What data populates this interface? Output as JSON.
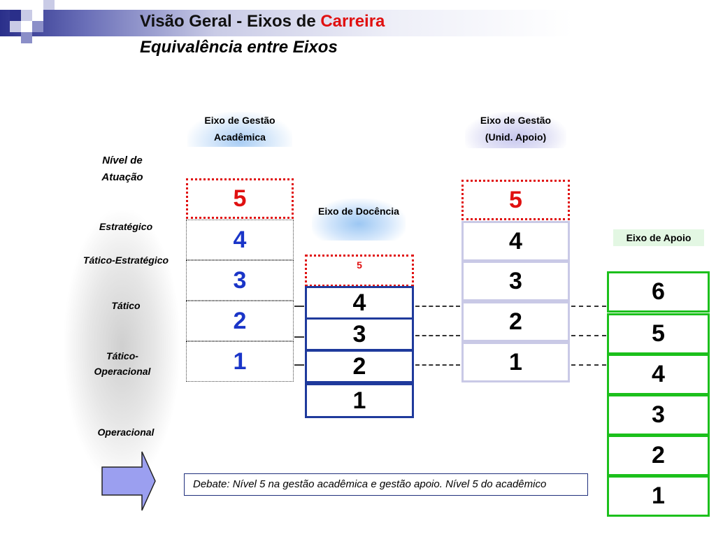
{
  "title": {
    "part1": "Visão Geral - Eixos de",
    "accent": "Carreira",
    "subtitle": "Equivalência entre Eixos"
  },
  "colors": {
    "accent": "#e01010",
    "academic_blue": "#1a35c8",
    "docencia_border": "#1f3a9c",
    "apoio_green": "#1cc01c"
  },
  "side": {
    "header": "Nível de Atuação",
    "levels": [
      "Estratégico",
      "Tático-Estratégico",
      "Tático",
      "Tático-\nOperacional",
      "Operacional"
    ]
  },
  "axes": {
    "academica": {
      "label": "Eixo de Gestão Acadêmica",
      "levels": [
        "5",
        "4",
        "3",
        "2",
        "1"
      ]
    },
    "docencia": {
      "label": "Eixo de Docência",
      "levels": [
        "5",
        "4",
        "3",
        "2",
        "1"
      ]
    },
    "unid_apoio": {
      "label_line1": "Eixo de Gestão",
      "label_line2": "(Unid. Apoio)",
      "levels": [
        "5",
        "4",
        "3",
        "2",
        "1"
      ]
    },
    "apoio": {
      "label": "Eixo de Apoio",
      "levels": [
        "6",
        "5",
        "4",
        "3",
        "2",
        "1"
      ]
    }
  },
  "debate": "Debate:  Nível 5 na gestão acadêmica e gestão apoio. Nível 5 do acadêmico"
}
